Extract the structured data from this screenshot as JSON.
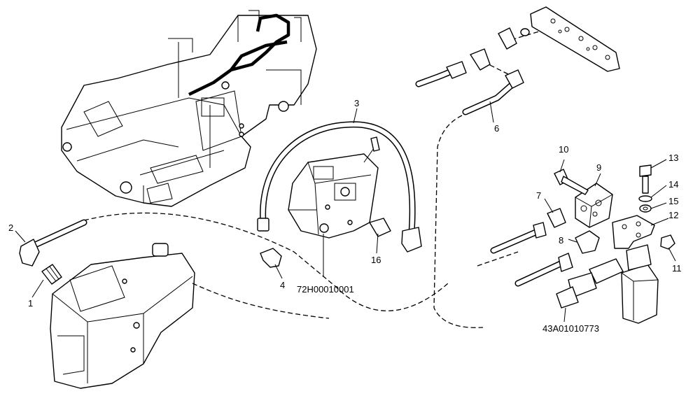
{
  "callouts": {
    "c1": "1",
    "c2": "2",
    "c3": "3",
    "c4": "4",
    "c6": "6",
    "c7": "7",
    "c8": "8",
    "c9": "9",
    "c10": "10",
    "c11": "11",
    "c12": "12",
    "c13": "13",
    "c14": "14",
    "c15": "15",
    "c16": "16"
  },
  "part_codes": {
    "valve": "72H00010001",
    "filter": "43A01010773"
  }
}
